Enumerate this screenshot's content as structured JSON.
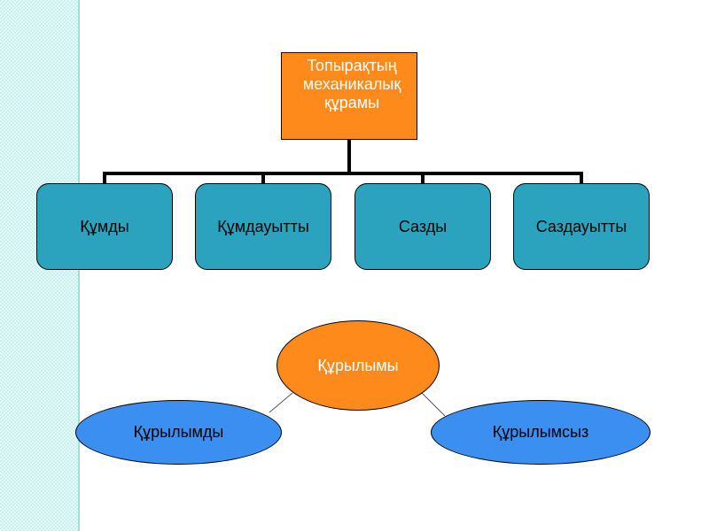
{
  "diagram": {
    "root": {
      "label": "Топырақтың механикалық құрамы"
    },
    "children": [
      {
        "label": "Құмды"
      },
      {
        "label": "Құмдауытты"
      },
      {
        "label": "Сазды"
      },
      {
        "label": "Саздауытты"
      }
    ],
    "structure": {
      "center": {
        "label": "Құрылымы"
      },
      "left": {
        "label": "Құрылымды"
      },
      "right": {
        "label": "Құрылымсыз"
      }
    }
  },
  "colors": {
    "root_fill": "#ff8a1c",
    "child_fill": "#2ba3bf",
    "center_fill": "#ff8a1c",
    "side_fill": "#3b8ff0",
    "stripe": "#c8f0ee"
  }
}
